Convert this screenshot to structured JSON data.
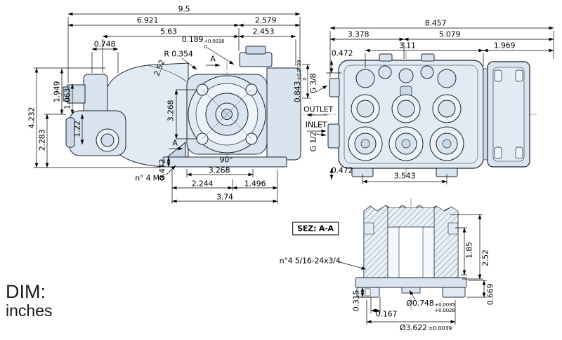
{
  "meta": {
    "units_title": "DIM:",
    "units_value": "inches"
  },
  "side_view": {
    "overall_length": "9.5",
    "length_6921": "6.921",
    "length_2579": "2.579",
    "length_563": "5.63",
    "length_2453": "2.453",
    "width_0748": "0.748",
    "key_width": "0.189",
    "key_width_tol_upper": "+0.0016",
    "key_width_tol_lower": "0",
    "dim_252": "2.52",
    "fillet_radius": "R 0.354",
    "section_mark": "A",
    "height_1949": "1.949",
    "height_1063": "1.063",
    "overall_height": "4.232",
    "height_122": "1.22",
    "height_2283": "2.283",
    "bolt_spacing_vertical": "3.268",
    "bolt_angle": "90°",
    "mount_holes_note": "n° 4 M8",
    "foot_height": "0.472",
    "bolt_spacing_horizontal": "3.268",
    "length_2244": "2.244",
    "length_1496": "1.496",
    "length_374": "3.74",
    "shaft_dia": "0.843",
    "shaft_dia_tol_upper": "+0.0039",
    "shaft_dia_tol_lower": "0"
  },
  "front_view": {
    "overall_width": "8.457",
    "width_3378": "3.378",
    "width_5079": "5.079",
    "width_311": "3.11",
    "width_1969": "1.969",
    "offset_top_0472": "0.472",
    "outlet_thread": "G 3/8",
    "outlet_label": "OUTLET",
    "inlet_label": "INLET",
    "inlet_thread": "G 1/2",
    "offset_bottom_0472": "0.472",
    "foot_spacing": "3.543"
  },
  "section_view": {
    "title": "SEZ: A-A",
    "depth_185": "1.85",
    "depth_252": "2.52",
    "bolt_note": "n°4 5/16-24x3/4",
    "foot_0315": "0.315",
    "offset_0167": "0.167",
    "bore_dia": "Ø0.748",
    "bore_dia_tol_upper": "+0.0035",
    "bore_dia_tol_lower": "+0.0028",
    "height_0669": "0.669",
    "flange_dia": "Ø3.622",
    "flange_dia_tol": "±0.0039"
  }
}
